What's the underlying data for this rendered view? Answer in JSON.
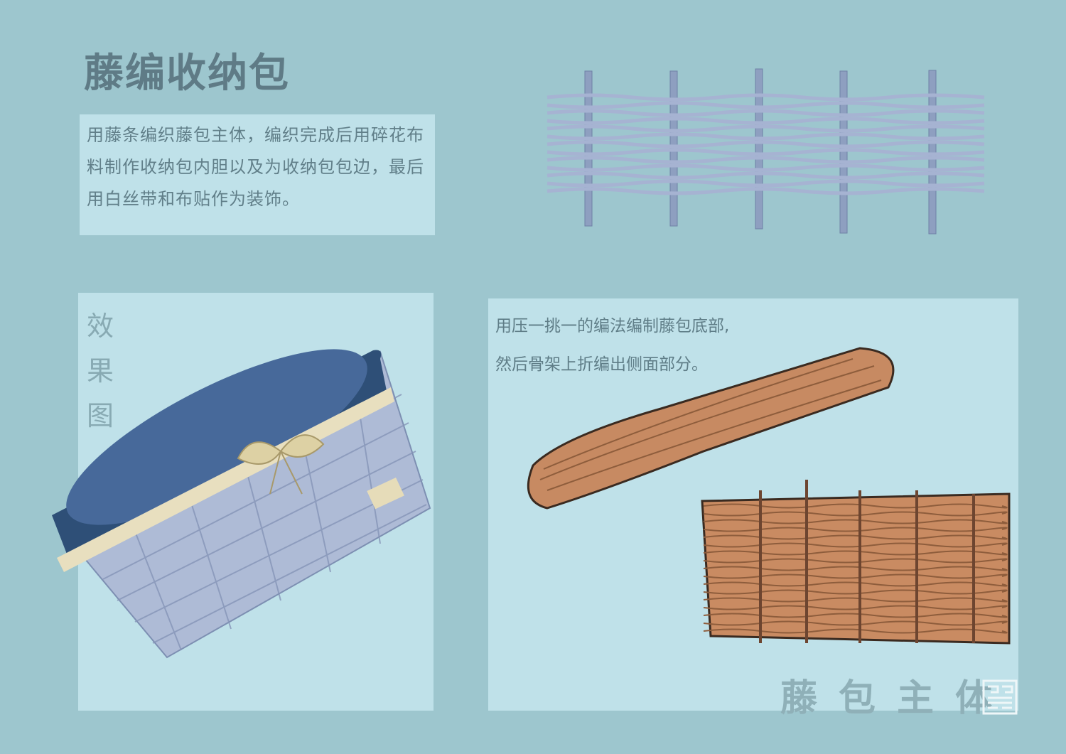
{
  "title": "藤编收纳包",
  "description": "用藤条编织藤包主体，编织完成后用碎花布料制作收纳包内胆以及为收纳包包边，最后用白丝带和布贴作为装饰。",
  "effect_panel": {
    "label": "效果图"
  },
  "body_panel": {
    "description_line1": "用压一挑一的编法编制藤包底部,",
    "description_line2": "然后骨架上折编出侧面部分。",
    "label": "藤包主体"
  },
  "colors": {
    "background": "#9dc6ce",
    "panel": "#bfe1e9",
    "text": "#5f7b86",
    "rattan": "#c88a62",
    "fabric": "#2f5177"
  }
}
